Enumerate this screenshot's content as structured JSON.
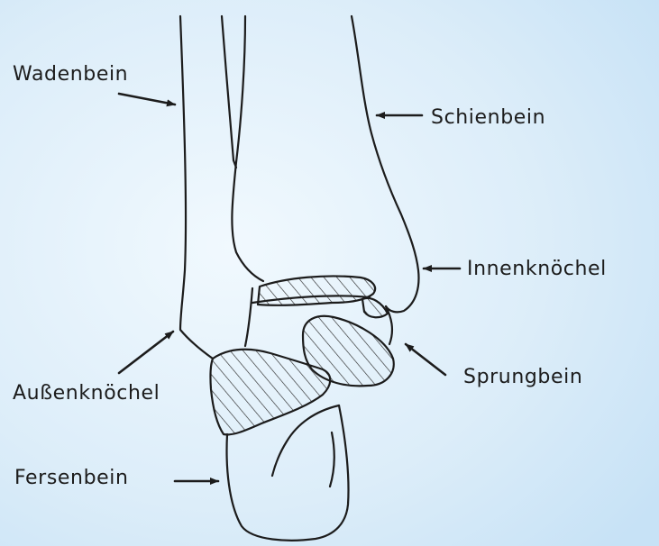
{
  "labels": {
    "wadenbein": "Wadenbein",
    "schienbein": "Schienbein",
    "innenknoechel": "Innenknöchel",
    "sprungbein": "Sprungbein",
    "aussenknoechel": "Außenknöchel",
    "fersenbein": "Fersenbein"
  },
  "colors": {
    "background_light": "#eef7fd",
    "background_mid": "#cfe6f7",
    "line": "#1c1c1c"
  }
}
